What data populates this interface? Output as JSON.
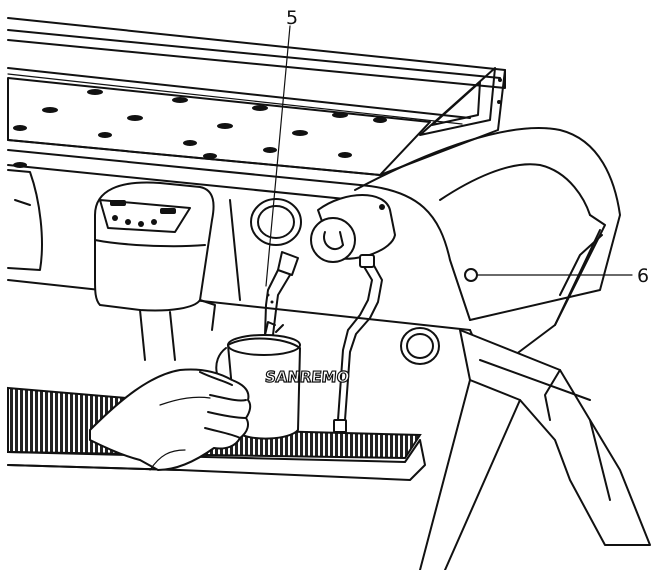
{
  "callouts": [
    {
      "id": "5",
      "label": "5"
    },
    {
      "id": "6",
      "label": "6"
    }
  ],
  "brand": {
    "text": "SANREMO"
  }
}
